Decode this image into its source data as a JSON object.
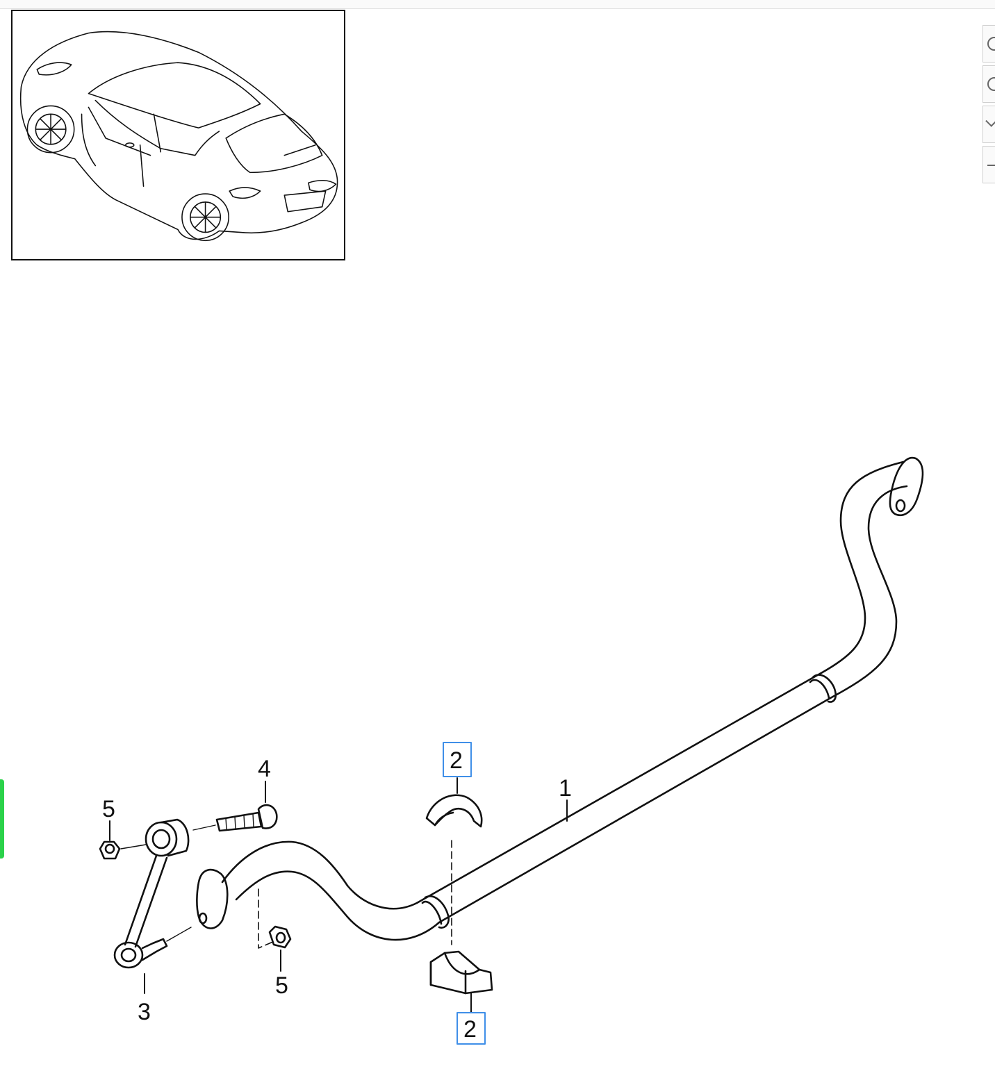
{
  "callouts": [
    {
      "id": "c1",
      "label": "1",
      "boxed": false
    },
    {
      "id": "c2a",
      "label": "2",
      "boxed": true
    },
    {
      "id": "c2b",
      "label": "2",
      "boxed": true
    },
    {
      "id": "c3",
      "label": "3",
      "boxed": false
    },
    {
      "id": "c4",
      "label": "4",
      "boxed": false
    },
    {
      "id": "c5a",
      "label": "5",
      "boxed": false
    },
    {
      "id": "c5b",
      "label": "5",
      "boxed": false
    }
  ],
  "colors": {
    "line": "#111111",
    "box": "#3f8fe8",
    "accent_tab": "#2bd24a"
  },
  "icons": [
    "zoom-in-icon",
    "zoom-out-icon",
    "check-icon",
    "minus-icon"
  ]
}
